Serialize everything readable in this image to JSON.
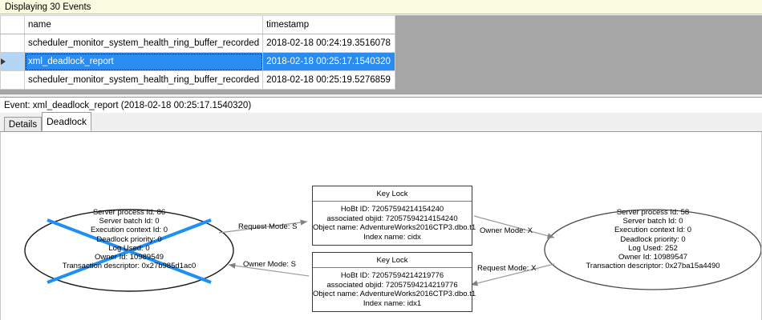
{
  "banner": {
    "text": "Displaying 30 Events"
  },
  "grid": {
    "columns": [
      "",
      "name",
      "timestamp"
    ],
    "rows": [
      {
        "marker": "",
        "name": "scheduler_monitor_system_health_ring_buffer_recorded",
        "timestamp": "2018-02-18 00:24:19.3516078",
        "selected": false
      },
      {
        "marker": "row-selector-arrow",
        "name": "xml_deadlock_report",
        "timestamp": "2018-02-18 00:25:17.1540320",
        "selected": true
      },
      {
        "marker": "",
        "name": "scheduler_monitor_system_health_ring_buffer_recorded",
        "timestamp": "2018-02-18 00:25:19.5276859",
        "selected": false
      }
    ]
  },
  "event_header": {
    "text": "Event: xml_deadlock_report (2018-02-18 00:25:17.1540320)"
  },
  "tabs": [
    {
      "label": "Details",
      "active": false
    },
    {
      "label": "Deadlock",
      "active": true
    }
  ],
  "colors": {
    "banner_bg": "#fbfbe0",
    "selection_blue": "#2a8cf0",
    "victim_cross": "#1e90f5",
    "grid_empty_bg": "#a6a6a6"
  },
  "deadlock_graph": {
    "processes": [
      {
        "id": "process-left",
        "victim": true,
        "lines": [
          "Server process Id: 86",
          "Server batch Id: 0",
          "Execution context Id: 0",
          "Deadlock priority: 0",
          "Log Used: 0",
          "Owner Id: 10989549",
          "Transaction descriptor: 0x27b985d1ac0"
        ]
      },
      {
        "id": "process-right",
        "victim": false,
        "lines": [
          "Server process Id: 58",
          "Server batch Id: 0",
          "Execution context Id: 0",
          "Deadlock priority: 0",
          "Log Used: 252",
          "Owner Id: 10989547",
          "Transaction descriptor: 0x27ba15a4490"
        ]
      }
    ],
    "resources": [
      {
        "id": "resource-top",
        "title": "Key Lock",
        "lines": [
          "HoBt ID: 72057594214154240",
          "associated objid: 72057594214154240",
          "Object name: AdventureWorks2016CTP3.dbo.t1",
          "Index name: cidx"
        ]
      },
      {
        "id": "resource-bottom",
        "title": "Key Lock",
        "lines": [
          "HoBt ID: 72057594214219776",
          "associated objid: 72057594214219776",
          "Object name: AdventureWorks2016CTP3.dbo.t1",
          "Index name: idx1"
        ]
      }
    ],
    "edges": [
      {
        "id": "edge-request-s",
        "label": "Request Mode: S",
        "from": "process-left",
        "to": "resource-top"
      },
      {
        "id": "edge-owner-s",
        "label": "Owner Mode: S",
        "from": "resource-bottom",
        "to": "process-left"
      },
      {
        "id": "edge-owner-x",
        "label": "Owner Mode: X",
        "from": "resource-top",
        "to": "process-right"
      },
      {
        "id": "edge-request-x",
        "label": "Request Mode: X",
        "from": "process-right",
        "to": "resource-bottom"
      }
    ]
  }
}
